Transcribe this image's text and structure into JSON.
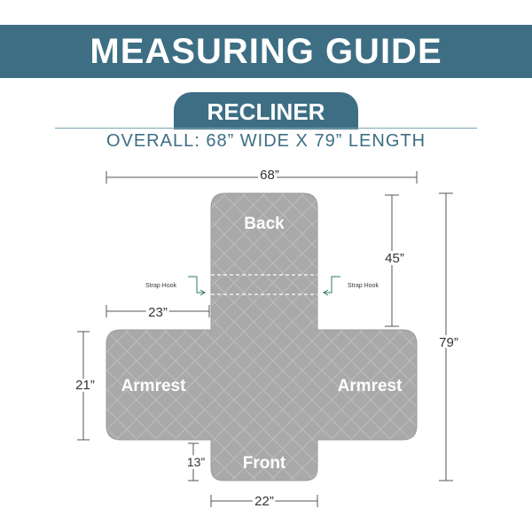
{
  "header": {
    "title": "MEASURING GUIDE"
  },
  "product": {
    "type_label": "RECLINER",
    "overall": "OVERALL: 68” WIDE X 79” LENGTH"
  },
  "diagram": {
    "sections": {
      "back": "Back",
      "front": "Front",
      "armrest_left": "Armrest",
      "armrest_right": "Armrest"
    },
    "strap_hooks": {
      "left": "Strap Hook",
      "right": "Strap Hook"
    },
    "dimensions": {
      "top_width": "68”",
      "back_length": "45”",
      "total_length": "79”",
      "arm_extension": "23”",
      "armrest_height": "21”",
      "front_length": "13”",
      "front_width": "22”"
    },
    "colors": {
      "cover": "#a9a9a9",
      "accent": "#3d6e84",
      "hook": "#2e7d5b"
    }
  }
}
